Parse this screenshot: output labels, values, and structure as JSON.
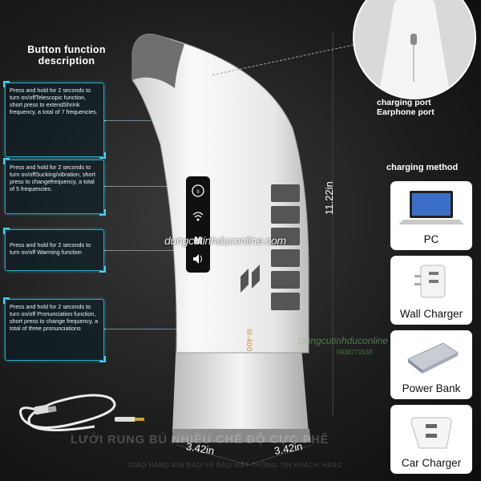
{
  "header": {
    "title_line1": "Button function",
    "title_line2": "description"
  },
  "buttons": [
    {
      "text": "Press and hold for 2 seconds to turn on/offTelescopic function, short press to extendShrink frequency, a total of 7 frequencies."
    },
    {
      "text": "Press and hold for 2 seconds to turn on/offSucking/vibration, short press to changefrequency, a total of 5 frequencies."
    },
    {
      "text": "Press and hold for 2 seconds to turn on/off Warming function"
    },
    {
      "text": "Press and hold for 2 seconds to turn on/off Pronunciation function, short press to change frequency, a total of three pronunciations"
    }
  ],
  "device": {
    "model": "III-400",
    "height_label": "11.22in",
    "width_label_1": "3.42in",
    "width_label_2": "3.42in"
  },
  "watermark": {
    "main": "dungcutinhduconline.com",
    "side": "Dungcutinhduconline",
    "phone": "0938771533"
  },
  "ports": {
    "line1": "charging port",
    "line2": "Earphone port"
  },
  "charging": {
    "title": "charging method",
    "methods": [
      {
        "label": "PC",
        "icon": "laptop-icon"
      },
      {
        "label": "Wall Charger",
        "icon": "wall-charger-icon"
      },
      {
        "label": "Power Bank",
        "icon": "power-bank-icon"
      },
      {
        "label": "Car Charger",
        "icon": "car-charger-icon"
      }
    ]
  },
  "banner": {
    "main": "LƯỚI RUNG BÚ NHIỀU CHẾ ĐỘ CỰC PHÊ",
    "sub": "GIAO HÀNG KÍN ĐÁO VÀ BẢO MẬT THÔNG TIN KHÁCH HÀNG"
  },
  "colors": {
    "accent": "#2aa6c9",
    "device_body": "#f2f2f2",
    "slot": "#555555"
  }
}
